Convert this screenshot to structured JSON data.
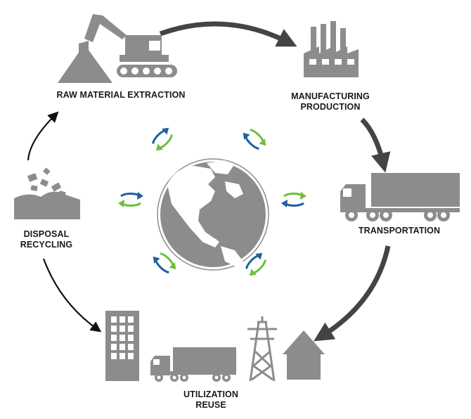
{
  "stages": {
    "raw_material": {
      "line1": "RAW MATERIAL EXTRACTION"
    },
    "manufacturing": {
      "line1": "MANUFACTURING",
      "line2": "PRODUCTION"
    },
    "transportation": {
      "line1": "TRANSPORTATION"
    },
    "utilization": {
      "line1": "UTILIZATION",
      "line2": "REUSE"
    },
    "disposal": {
      "line1": "DISPOSAL",
      "line2": "RECYCLING"
    }
  },
  "colors": {
    "icon_gray": "#8c8c8c",
    "arrow_dark": "#444444",
    "cycle_green": "#6cbf3a",
    "cycle_blue": "#1f5f9e"
  },
  "icons": [
    "excavator-icon",
    "factory-icon",
    "truck-icon",
    "office-building-icon",
    "small-truck-icon",
    "power-tower-icon",
    "house-icon",
    "waste-pile-icon",
    "globe-icon"
  ]
}
